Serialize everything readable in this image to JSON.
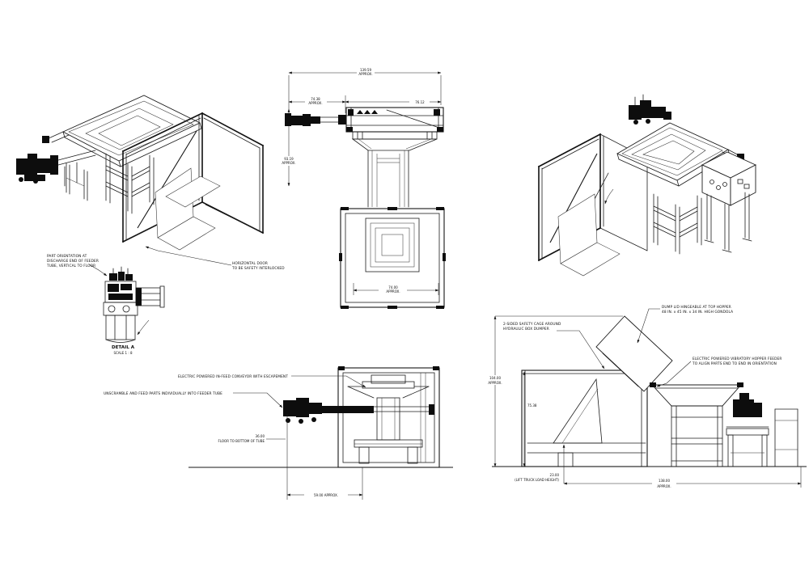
{
  "drawing": {
    "top_view": {
      "dim_overall_l1": "139.59",
      "dim_overall_l2": "APPROX.",
      "dim_left_l1": "74.38",
      "dim_left_l2": "APPROX.",
      "dim_right": "76.12",
      "dim_side_l1": "93.19",
      "dim_side_l2": "APPROX.",
      "dim_chute_l1": "74.00",
      "dim_chute_l2": "APPROX.",
      "note_door_l1": "HORIZONTAL DOOR",
      "note_door_l2": "TO BE SAFETY INTERLOCKED"
    },
    "detail_view": {
      "note_l1": "PART ORIENTATION AT",
      "note_l2": "DISCHARGE END OF FEEDER",
      "note_l3": "TUBE, VERTICAL TO FLOOR",
      "label": "DETAIL A",
      "scale": "SCALE 1 : 8"
    },
    "front_view": {
      "note1": "ELECTRIC POWERED IN-FEED CONVEYOR WITH ESCAPEMENT",
      "note2": "UNSCRAMBLE AND FEED PARTS INDIVIDUALLY INTO FEEDER TUBE",
      "dim_floor_l1": "36.00",
      "dim_floor_l2": "FLOOR TO BOTTOM OF TUBE",
      "dim_width": "59.00 APPROX."
    },
    "side_view": {
      "note_gondola_l1": "DUMP LID HINGEABLE AT TOP HOPPER",
      "note_gondola_l2": "48 IN. x 45 IN. x 34 IN. HIGH GONDOLA",
      "note_cage_l1": "2-SIDED SAFETY CAGE AROUND",
      "note_cage_l2": "HYDRAULIC BOX DUMPER",
      "note_feeder_l1": "ELECTRIC POWERED VIBRATORY HOPPER FEEDER",
      "note_feeder_l2": "TO ALIGN PARTS END TO END IN ORIENTATION",
      "dim_total_l1": "104.00",
      "dim_total_l2": "APPROX.",
      "dim_cage": "75.38",
      "dim_lift_l1": "23.00",
      "dim_lift_l2": "(LIFT TRUCK LOAD HEIGHT)",
      "dim_width_l1": "138.00",
      "dim_width_l2": "APPROX."
    }
  }
}
